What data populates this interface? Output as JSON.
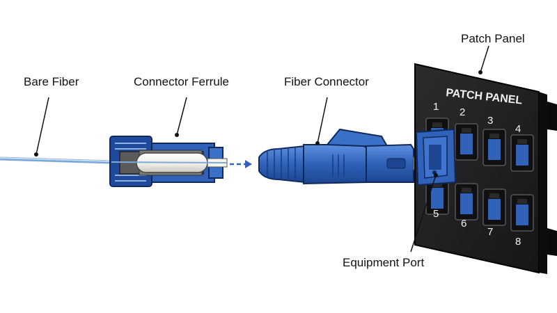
{
  "labels": {
    "bare_fiber": "Bare Fiber",
    "connector_ferrule": "Connector Ferrule",
    "fiber_connector": "Fiber Connector",
    "patch_panel": "Patch Panel",
    "equipment_port": "Equipment Port"
  },
  "panel": {
    "title": "PATCH PANEL",
    "port_numbers": [
      "1",
      "2",
      "3",
      "4",
      "5",
      "6",
      "7",
      "8"
    ]
  },
  "colors": {
    "connector_blue": "#2f62b8",
    "panel_black": "#202022",
    "ferrule_white": "#ecebe4",
    "fiber_blue": "#9fc3e6"
  }
}
